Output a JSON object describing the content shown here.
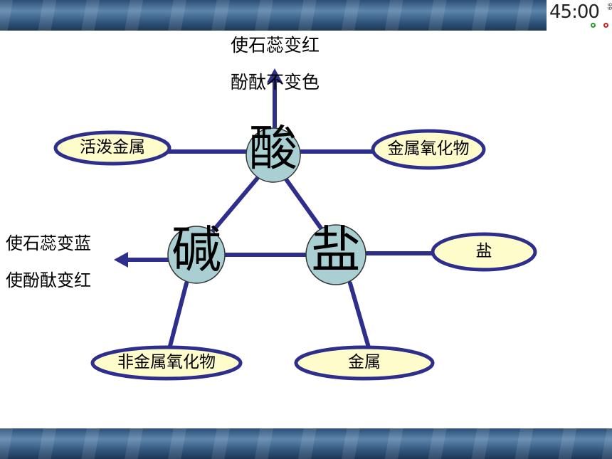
{
  "timer": {
    "display": "45:00",
    "side": "99"
  },
  "nodes": {
    "acid": "酸",
    "base": "碱",
    "salt": "盐"
  },
  "acid_indicator": {
    "line1": "使石蕊变红",
    "line2": "酚酞不变色"
  },
  "base_indicator": {
    "line1": "使石蕊变蓝",
    "line2": "使酚酞变红"
  },
  "ovals": {
    "active_metal": "活泼金属",
    "metal_oxide": "金属氧化物",
    "salt": "盐",
    "nonmetal_oxide": "非金属氧化物",
    "metal": "金属"
  },
  "colors": {
    "line": "#2e2e8c",
    "node_fill": "#a9cfd3",
    "oval_fill": "#fffccc",
    "oval_stroke": "#2e2e8c"
  }
}
